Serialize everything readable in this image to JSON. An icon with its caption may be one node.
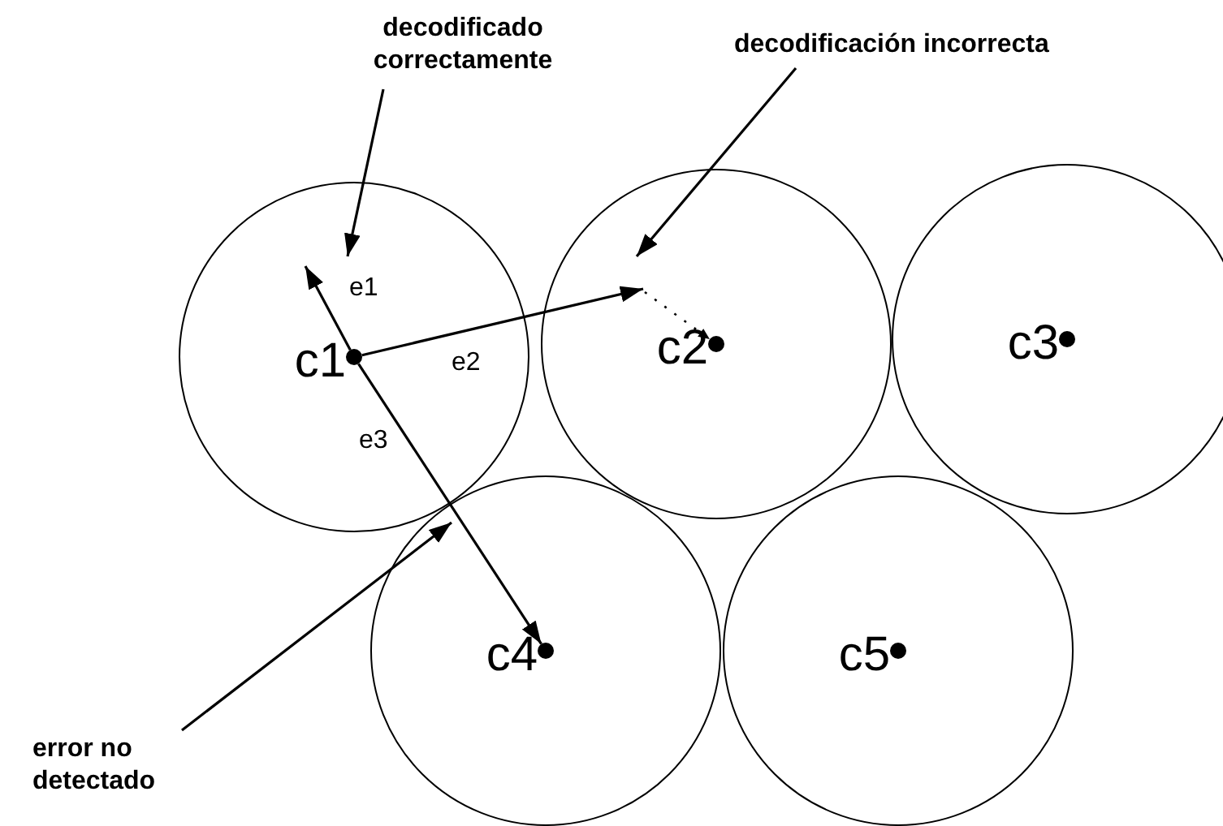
{
  "diagram": {
    "nodes": [
      {
        "text": [
          "decodificado correctamente"
        ]
      },
      {
        "text": [
          "decodificación incorrecta"
        ]
      },
      {
        "text": [
          "c1"
        ]
      },
      {
        "text": [],
        "shape": "circle",
        "in": 2
      },
      {
        "text": [
          "c2"
        ]
      },
      {
        "text": [],
        "shape": "circle",
        "in": 4
      },
      {
        "text": [
          "c3"
        ]
      },
      {
        "text": [],
        "shape": "circle",
        "in": 6
      },
      {
        "text": [
          "c4"
        ]
      },
      {
        "text": [],
        "shape": "circle",
        "in": 8
      },
      {
        "text": [
          "c5"
        ]
      },
      {
        "text": [],
        "shape": "circle",
        "in": 10
      },
      {
        "text": [
          "error no detectado"
        ]
      }
    ],
    "edges": [
      {
        "from": 3,
        "to": null,
        "arrow": "to",
        "label": "e1"
      },
      {
        "from": 3,
        "to": null,
        "arrow": "to",
        "label": "e2"
      },
      {
        "from": null,
        "to": 5,
        "arrow": "to",
        "style": "dashed"
      },
      {
        "from": 3,
        "to": 9,
        "arrow": "to",
        "label": "e3"
      },
      {
        "from": 0,
        "to": null,
        "arrow": "to"
      },
      {
        "from": 1,
        "to": null,
        "arrow": "to"
      },
      {
        "from": 12,
        "to": 2,
        "arrow": "to"
      }
    ]
  }
}
